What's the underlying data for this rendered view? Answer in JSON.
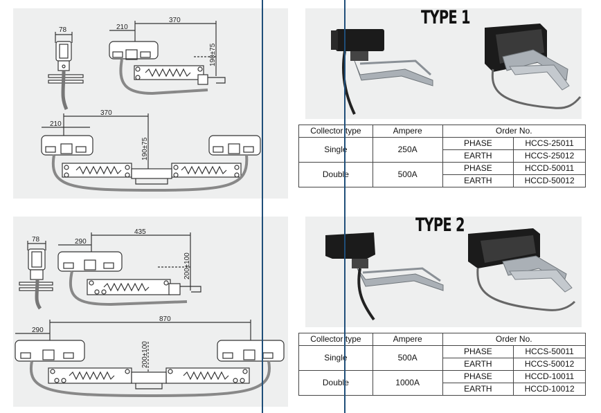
{
  "drawing_top": {
    "single": {
      "width_label": "78",
      "offset_label": "210",
      "span_label": "370",
      "height_label": "190±75"
    },
    "double": {
      "offset_label": "210",
      "span_label": "370",
      "height_label": "190±75"
    }
  },
  "drawing_bottom": {
    "single": {
      "width_label": "78",
      "offset_label": "290",
      "span_label": "435",
      "height_label": "200±100"
    },
    "double": {
      "offset_label": "290",
      "span_label": "870",
      "height_label": "200±100"
    }
  },
  "type1": {
    "title": "TYPE 1",
    "table": {
      "headers": [
        "Collector type",
        "Ampere",
        "Order No."
      ],
      "rows": [
        {
          "type": "Single",
          "ampere": "250A",
          "orders": [
            {
              "conductor": "PHASE",
              "order": "HCCS-25011"
            },
            {
              "conductor": "EARTH",
              "order": "HCCS-25012"
            }
          ]
        },
        {
          "type": "Double",
          "ampere": "500A",
          "orders": [
            {
              "conductor": "PHASE",
              "order": "HCCD-50011"
            },
            {
              "conductor": "EARTH",
              "order": "HCCD-50012"
            }
          ]
        }
      ]
    }
  },
  "type2": {
    "title": "TYPE 2",
    "table": {
      "headers": [
        "Collector type",
        "Ampere",
        "Order No."
      ],
      "rows": [
        {
          "type": "Single",
          "ampere": "500A",
          "orders": [
            {
              "conductor": "PHASE",
              "order": "HCCS-50011"
            },
            {
              "conductor": "EARTH",
              "order": "HCCS-50012"
            }
          ]
        },
        {
          "type": "Double",
          "ampere": "1000A",
          "orders": [
            {
              "conductor": "PHASE",
              "order": "HCCD-10011"
            },
            {
              "conductor": "EARTH",
              "order": "HCCD-10012"
            }
          ]
        }
      ]
    }
  },
  "colors": {
    "panel": "#eeefef",
    "divider": "#1f4e79",
    "frame": "#333333",
    "bracket": "#aab0b6",
    "dark_body": "#1b1b1b"
  }
}
